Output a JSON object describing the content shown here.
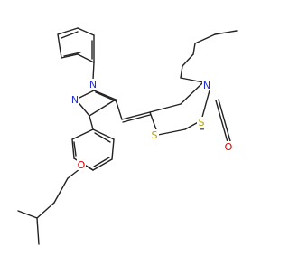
{
  "diagram": {
    "type": "chemical-structure",
    "atom_labels": {
      "S_ring": "S",
      "S_thione": "S",
      "N_thiazolidine": "N",
      "O_carbonyl": "O",
      "N_pyrazole_1": "N",
      "N_pyrazole_2": "N",
      "O_ether": "O"
    },
    "colors": {
      "bond": "#222222",
      "sulfur": "#b8a000",
      "nitrogen": "#1f2fd6",
      "oxygen": "#d60000"
    }
  }
}
